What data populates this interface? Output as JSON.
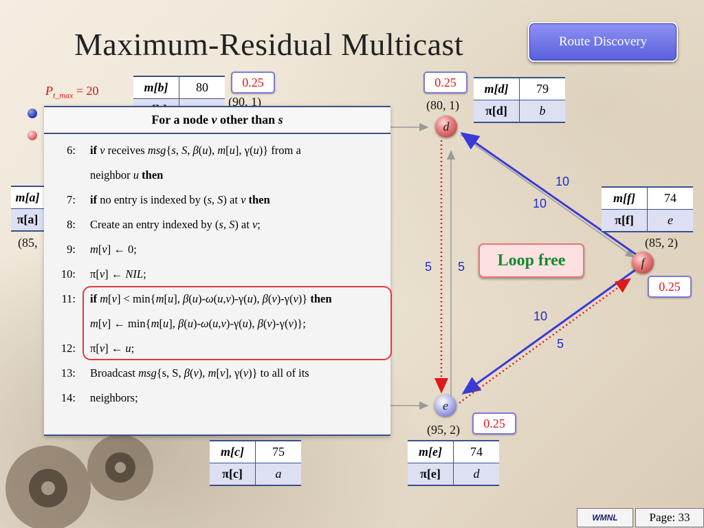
{
  "slide": {
    "title": "Maximum-Residual Multicast",
    "route_button": "Route Discovery",
    "p_t_max": {
      "sym": "P",
      "sub": "t_max",
      "rest": " = 20"
    },
    "loop_free": "Loop free",
    "footer": {
      "brand": "WMNL",
      "page": "Page: 33"
    }
  },
  "tables": {
    "b": {
      "m_key": "m[b]",
      "m_val": "80",
      "pi_key": "π[b]",
      "pi_val": ""
    },
    "d": {
      "m_key": "m[d]",
      "m_val": "79",
      "pi_key": "π[d]",
      "pi_val": "b"
    },
    "f": {
      "m_key": "m[f]",
      "m_val": "74",
      "pi_key": "π[f]",
      "pi_val": "e"
    },
    "a": {
      "m_key": "m[a]",
      "pi_key": "π[a]"
    },
    "c": {
      "m_key": "m[c]",
      "m_val": "75",
      "pi_key": "π[c]",
      "pi_val": "a"
    },
    "e": {
      "m_key": "m[e]",
      "m_val": "74",
      "pi_key": "π[e]",
      "pi_val": "d"
    }
  },
  "coords": {
    "b": "(90, 1)",
    "d": "(80, 1)",
    "f": "(85, 2)",
    "e": "(95, 2)",
    "a": "(85,"
  },
  "probabilities": {
    "b": "0.25",
    "d": "0.25",
    "f": "0.25",
    "e": "0.25"
  },
  "nodes": {
    "d": "d",
    "e": "e",
    "f": "f"
  },
  "edge_labels": {
    "d_f_outer": "10",
    "d_f_inner": "10",
    "e_f_outer": "10",
    "e_f_inner": "5",
    "d_e_left": "5",
    "d_e_right": "5"
  },
  "algorithm": {
    "header": {
      "pre": "For a node ",
      "v": "v",
      "mid": " other than ",
      "s": "s"
    },
    "lines": [
      {
        "num": "6:",
        "html": "<b>if</b> <i>v</i> receives <i>msg</i>{<i>s</i>, <i>S</i>, <i>β</i>(<i>u</i>), <i>m</i>[<i>u</i>], γ(<i>u</i>)} from a"
      },
      {
        "num": "",
        "html": "neighbor <i>u</i> <b>then</b>"
      },
      {
        "num": "7:",
        "html": "<b>if</b> no entry is indexed by (<i>s</i>, <i>S</i>) at <i>v</i> <b>then</b>"
      },
      {
        "num": "8:",
        "html": "Create an entry indexed by (<i>s</i>, <i>S</i>) at <i>v</i>;"
      },
      {
        "num": "9:",
        "html": "<i>m</i>[<i>v</i>] ← 0;"
      },
      {
        "num": "10:",
        "html": "π[<i>v</i>] ← <i>NIL</i>;"
      },
      {
        "num": "11:",
        "html": "<b>if</b> <i>m</i>[<i>v</i>] &lt; min{<i>m</i>[<i>u</i>], <i>β</i>(<i>u</i>)-<i>ω</i>(<i>u</i>,<i>v</i>)-γ(<i>u</i>), <i>β</i>(<i>v</i>)-γ(<i>v</i>)} <b>then</b>"
      },
      {
        "num": "",
        "html": "<i>m</i>[<i>v</i>] ← min{<i>m</i>[<i>u</i>], <i>β</i>(<i>u</i>)-<i>ω</i>(<i>u</i>,<i>v</i>)-γ(<i>u</i>), <i>β</i>(<i>v</i>)-γ(<i>v</i>)};"
      },
      {
        "num": "12:",
        "html": "π[<i>v</i>] ← <i>u</i>;"
      },
      {
        "num": "13:",
        "html": "Broadcast <i>msg</i>{s, S, <i>β</i>(<i>v</i>), <i>m</i>[<i>v</i>], γ(<i>v</i>)} to all of its"
      },
      {
        "num": "14:",
        "html": "neighbors;"
      }
    ]
  },
  "colors": {
    "accent_blue": "#1f2bd6",
    "edge_blue": "#3a3ad6",
    "dashed_red": "#e01818",
    "loop_free_green": "#0f8c2c",
    "highlight_red": "#e03a3a"
  }
}
